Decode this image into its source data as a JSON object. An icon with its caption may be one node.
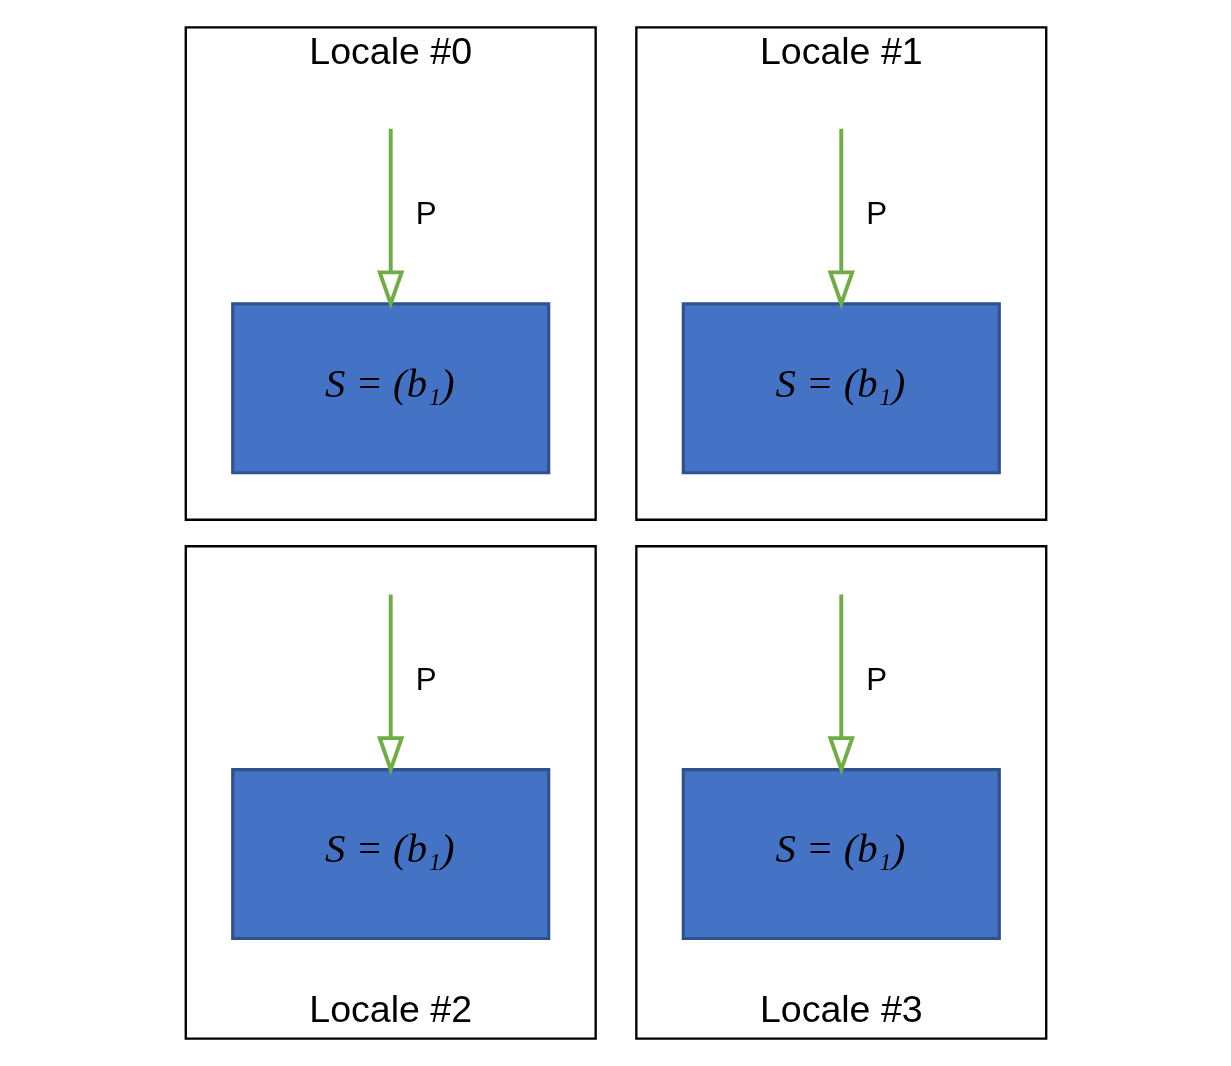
{
  "diagram": {
    "nodes": [
      {
        "text": [
          "Locale #0"
        ]
      },
      {
        "text": [
          "S = (b₁)"
        ],
        "in": 0
      },
      {
        "text": [
          "Locale #1"
        ]
      },
      {
        "text": [
          "S = (b₁)"
        ],
        "in": 2
      },
      {
        "text": [
          "Locale #2"
        ]
      },
      {
        "text": [
          "S = (b₁)"
        ],
        "in": 4
      },
      {
        "text": [
          "Locale #3"
        ]
      },
      {
        "text": [
          "S = (b₁)"
        ],
        "in": 6
      }
    ],
    "edges": [
      {
        "from": null,
        "to": 1,
        "arrow": "to",
        "label": "P",
        "color": "#70ad47"
      },
      {
        "from": null,
        "to": 3,
        "arrow": "to",
        "label": "P",
        "color": "#70ad47"
      },
      {
        "from": null,
        "to": 5,
        "arrow": "to",
        "label": "P",
        "color": "#70ad47"
      },
      {
        "from": null,
        "to": 7,
        "arrow": "to",
        "label": "P",
        "color": "#70ad47"
      }
    ]
  }
}
